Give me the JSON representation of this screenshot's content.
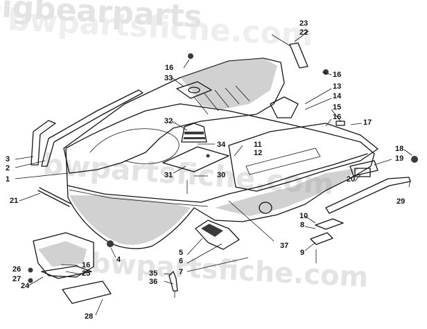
{
  "watermark": {
    "top": "bigbearparts",
    "top_overlay": "bwpartsfiche.com",
    "middle": "bwpartsfiche.com",
    "bottom": "bwpartsfiche.com"
  },
  "callouts": [
    {
      "id": "c1",
      "label": "1"
    },
    {
      "id": "c2",
      "label": "2"
    },
    {
      "id": "c3",
      "label": "3"
    },
    {
      "id": "c4",
      "label": "4"
    },
    {
      "id": "c5",
      "label": "5"
    },
    {
      "id": "c6",
      "label": "6"
    },
    {
      "id": "c7",
      "label": "7"
    },
    {
      "id": "c8",
      "label": "8"
    },
    {
      "id": "c9",
      "label": "9"
    },
    {
      "id": "c10",
      "label": "10"
    },
    {
      "id": "c11",
      "label": "11"
    },
    {
      "id": "c12",
      "label": "12"
    },
    {
      "id": "c13",
      "label": "13"
    },
    {
      "id": "c14",
      "label": "14"
    },
    {
      "id": "c15",
      "label": "15"
    },
    {
      "id": "c16a",
      "label": "16"
    },
    {
      "id": "c16b",
      "label": "16"
    },
    {
      "id": "c16c",
      "label": "16"
    },
    {
      "id": "c16d",
      "label": "16"
    },
    {
      "id": "c17",
      "label": "17"
    },
    {
      "id": "c18",
      "label": "18"
    },
    {
      "id": "c19",
      "label": "19"
    },
    {
      "id": "c20",
      "label": "20"
    },
    {
      "id": "c21",
      "label": "21"
    },
    {
      "id": "c22",
      "label": "22"
    },
    {
      "id": "c23",
      "label": "23"
    },
    {
      "id": "c24",
      "label": "24"
    },
    {
      "id": "c25",
      "label": "25"
    },
    {
      "id": "c26",
      "label": "26"
    },
    {
      "id": "c27",
      "label": "27"
    },
    {
      "id": "c28",
      "label": "28"
    },
    {
      "id": "c29",
      "label": "29"
    },
    {
      "id": "c30",
      "label": "30"
    },
    {
      "id": "c31",
      "label": "31"
    },
    {
      "id": "c32",
      "label": "32"
    },
    {
      "id": "c33",
      "label": "33"
    },
    {
      "id": "c34",
      "label": "34"
    },
    {
      "id": "c35",
      "label": "35"
    },
    {
      "id": "c36",
      "label": "36"
    },
    {
      "id": "c37",
      "label": "37"
    }
  ]
}
